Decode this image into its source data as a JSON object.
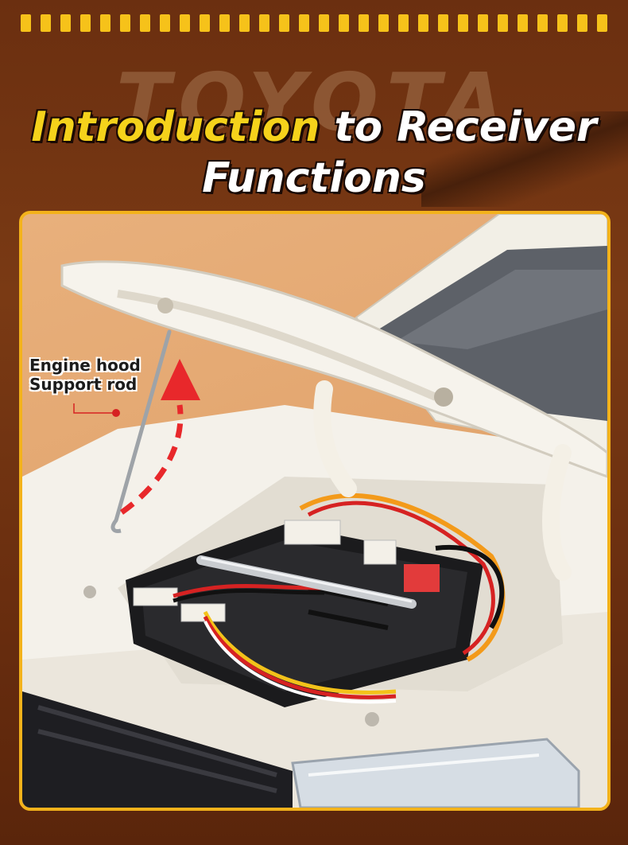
{
  "brand_watermark": "TOYOTA",
  "title": {
    "highlight": "Introduction",
    "rest_line1": " to Receiver",
    "line2": "Functions"
  },
  "callout": {
    "line1": "Engine hood",
    "line2": "Support rod"
  },
  "colors": {
    "background": "#6b2f10",
    "accent_yellow": "#f5d21b",
    "frame_orange": "#f3b21b",
    "arrow_red": "#e8282b"
  }
}
